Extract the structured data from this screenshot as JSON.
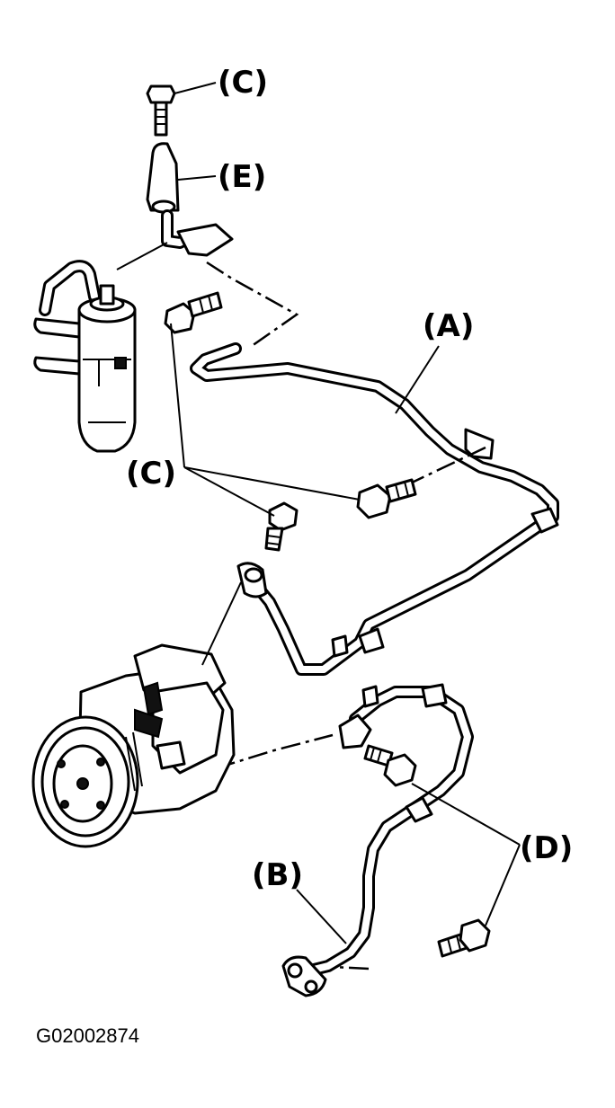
{
  "labels": {
    "c_top": "(C)",
    "e": "(E)",
    "a": "(A)",
    "c_mid": "(C)",
    "d": "(D)",
    "b": "(B)"
  },
  "figure_code": "G02002874"
}
